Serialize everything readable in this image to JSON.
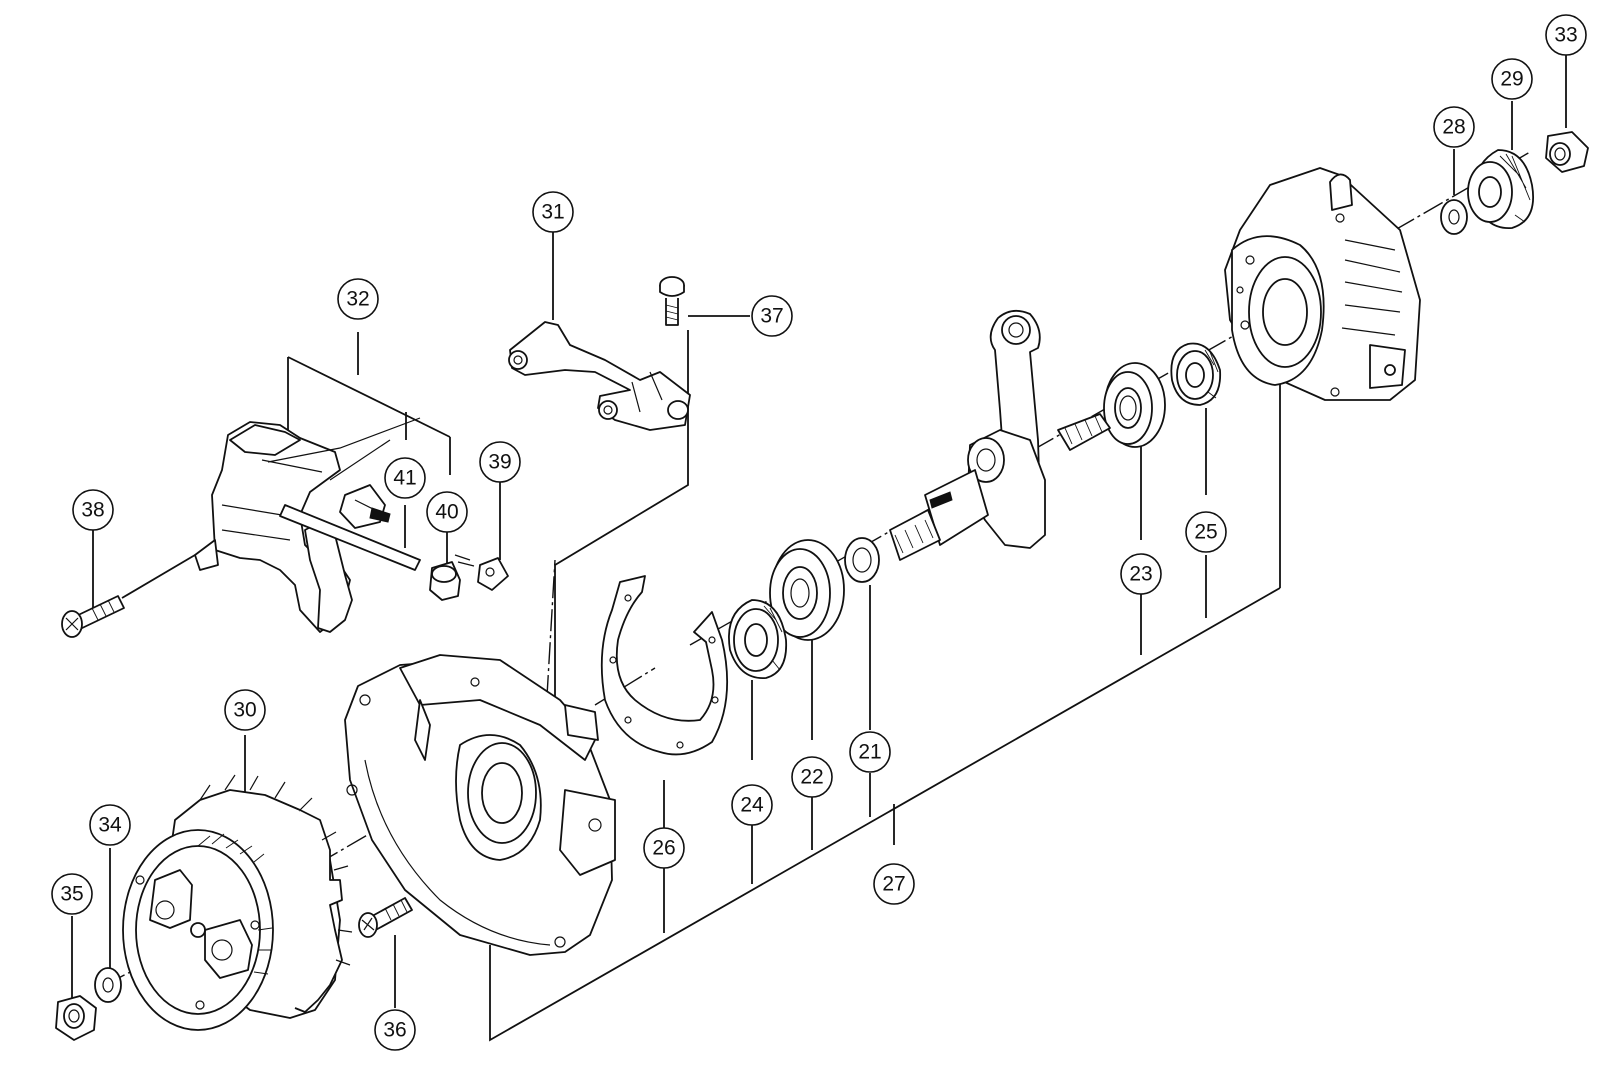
{
  "callouts": {
    "c21": "21",
    "c22": "22",
    "c23": "23",
    "c24": "24",
    "c25": "25",
    "c26": "26",
    "c27": "27",
    "c28": "28",
    "c29": "29",
    "c30": "30",
    "c31": "31",
    "c32": "32",
    "c33": "33",
    "c34": "34",
    "c35": "35",
    "c36": "36",
    "c37": "37",
    "c38": "38",
    "c39": "39",
    "c40": "40",
    "c41": "41"
  },
  "colors": {
    "line": "#111111",
    "background": "#ffffff"
  }
}
